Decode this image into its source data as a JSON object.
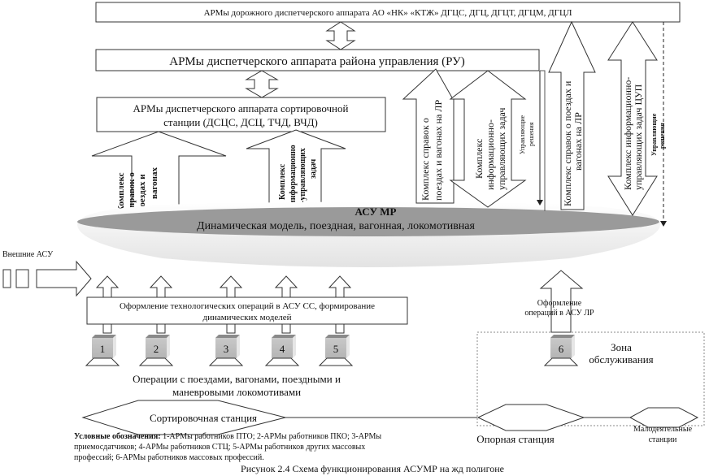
{
  "boxes": {
    "top": "АРМы дорожного диспетчерского аппарата АО «НК» «КТЖ» ДГЦС, ДГЦ, ДГЦТ, ДГЦМ, ДГЦЛ",
    "ru": "АРМы диспетчерского аппарата района управления (РУ)",
    "station_line1": "АРМы диспетчерского аппарата сортировочной",
    "station_line2": "станции (ДСЦС, ДСЦ, ТЧД, ВЧД)",
    "tech_line1": "Оформление технологических операций в АСУ СС, формирование",
    "tech_line2": "динамических моделей"
  },
  "arrows": {
    "left_up": [
      "Комплекс",
      "справок о",
      "поездах и",
      "вагонах"
    ],
    "left_double": [
      "Комплекс",
      "информационно",
      "-управляющих",
      "задач"
    ],
    "mid_up": [
      "Комплекс справок о",
      "поездах и вагонах на ЛР"
    ],
    "mid_double": [
      "Комплекс",
      "информационно-",
      "управляющих задач"
    ],
    "mid_thin": [
      "Управляющие",
      "решения"
    ],
    "right_up": [
      "Комплекс справок о поездах и",
      "вагонах  на ЛР"
    ],
    "right_double": [
      "Комплекс информационно-",
      "управляющих задач ЦУП"
    ],
    "right_dashed": [
      "Управляющие",
      "решения"
    ]
  },
  "model": {
    "title": "АСУ МР",
    "subtitle": "Динамическая модель, поездная, вагонная, локомотивная"
  },
  "external": "Внешние АСУ",
  "workstations": [
    "1",
    "2",
    "3",
    "4",
    "5",
    "6"
  ],
  "operations_line1": "Операции с поездами, вагонами, поездными и",
  "operations_line2": "маневровыми локомотивами",
  "lr_ops_line1": "Оформление",
  "lr_ops_line2": "операций в АСУ ЛР",
  "zone_line1": "Зона",
  "zone_line2": "обслуживания",
  "stations": {
    "sorting": "Сортировочная станция",
    "support": "Опорная станция",
    "small_line1": "Малодеятельные",
    "small_line2": "станции"
  },
  "legend": {
    "label": "Условные обозначения:",
    "line1": " 1-АРМы работников ПТО; 2-АРМы работников ПКО; 3-АРМы",
    "line2": "приемосдатчиков; 4-АРМы работников СТЦ; 5-АРМы работников других массовых",
    "line3": "профессий; 6-АРМы работников массовых профессий."
  },
  "caption": "Рисунок 2.4  Схема функционирования АСУМР на жд полигоне"
}
